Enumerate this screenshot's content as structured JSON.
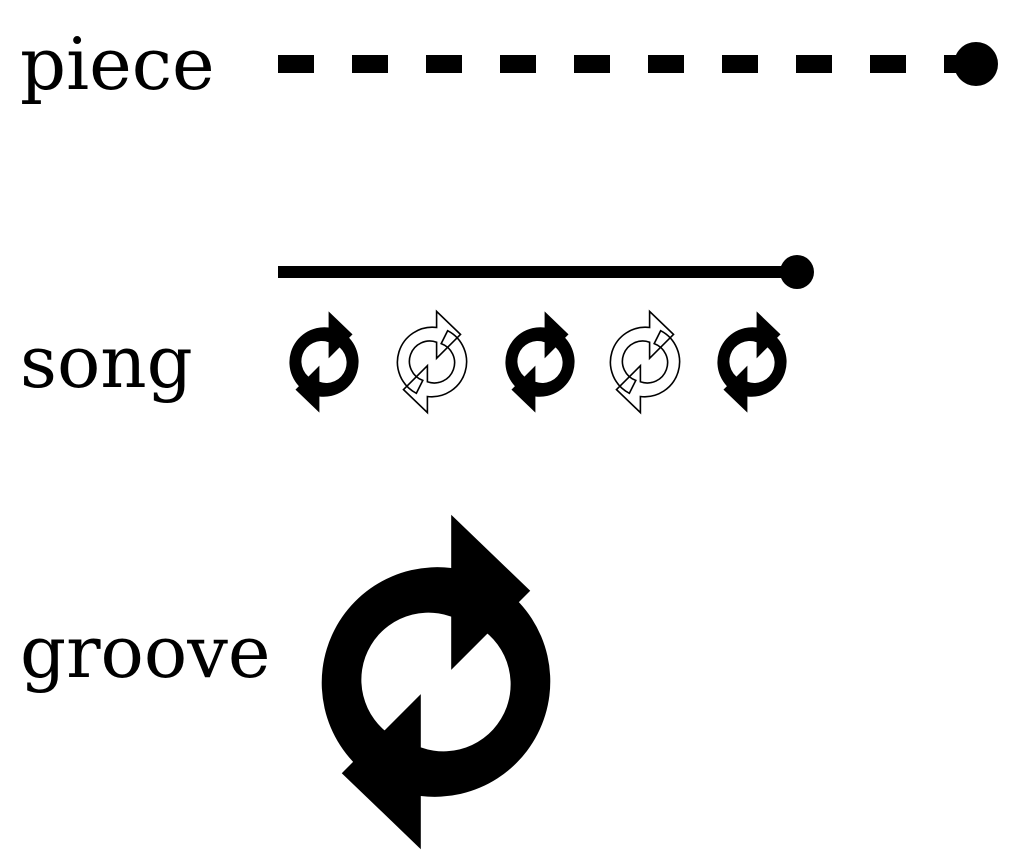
{
  "labels": {
    "piece": "piece",
    "song": "song",
    "groove": "groove"
  },
  "colors": {
    "ink": "#000000",
    "paper": "#ffffff"
  },
  "icons": {
    "loop": "loop-arrows-icon"
  },
  "song_loops": {
    "count": 5,
    "styles": [
      "filled",
      "outline",
      "filled",
      "outline",
      "filled"
    ]
  }
}
